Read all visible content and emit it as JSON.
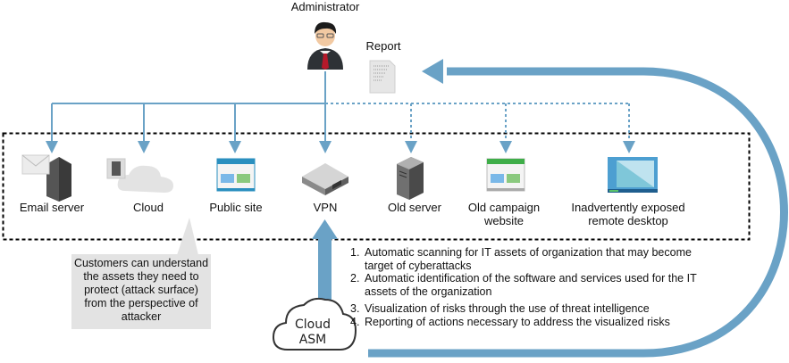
{
  "colors": {
    "flow_blue": "#6aa2c6",
    "boundary_black": "#000000",
    "callout_bg": "#e3e3e3"
  },
  "administrator": {
    "label": "Administrator",
    "icon": "businessman-icon"
  },
  "report": {
    "label": "Report",
    "icon": "document-icon"
  },
  "assets": [
    {
      "id": "email-server",
      "label": "Email server",
      "icon": "email-server-icon",
      "connection": "solid"
    },
    {
      "id": "cloud",
      "label": "Cloud",
      "icon": "cloud-server-icon",
      "connection": "solid"
    },
    {
      "id": "public-site",
      "label": "Public site",
      "icon": "website-icon",
      "connection": "solid"
    },
    {
      "id": "vpn",
      "label": "VPN",
      "icon": "network-appliance-icon",
      "connection": "solid"
    },
    {
      "id": "old-server",
      "label": "Old server",
      "icon": "server-tower-icon",
      "connection": "dotted"
    },
    {
      "id": "old-campaign-website",
      "label_line1": "Old campaign",
      "label_line2": "website",
      "icon": "website-green-icon",
      "connection": "dotted"
    },
    {
      "id": "remote-desktop",
      "label_line1": "Inadvertently exposed",
      "label_line2": "remote desktop",
      "icon": "remote-desktop-icon",
      "connection": "dotted"
    }
  ],
  "callout": {
    "lines": [
      "Customers can understand",
      "the assets they need to",
      "protect (attack surface)",
      "from the perspective of",
      "attacker"
    ]
  },
  "cloud_asm": {
    "line1": "Cloud",
    "line2": "ASM",
    "icon": "cloud-outline-icon"
  },
  "features": [
    {
      "num": "1.",
      "lines": [
        "Automatic scanning for IT assets of organization that may become",
        "target of cyberattacks"
      ]
    },
    {
      "num": "2.",
      "lines": [
        "Automatic identification of the software and services used for the IT",
        "assets of the organization"
      ]
    },
    {
      "num": "3.",
      "lines": [
        "Visualization of risks through the use of threat intelligence"
      ]
    },
    {
      "num": "4.",
      "lines": [
        "Reporting of actions necessary to address the visualized risks"
      ]
    }
  ]
}
